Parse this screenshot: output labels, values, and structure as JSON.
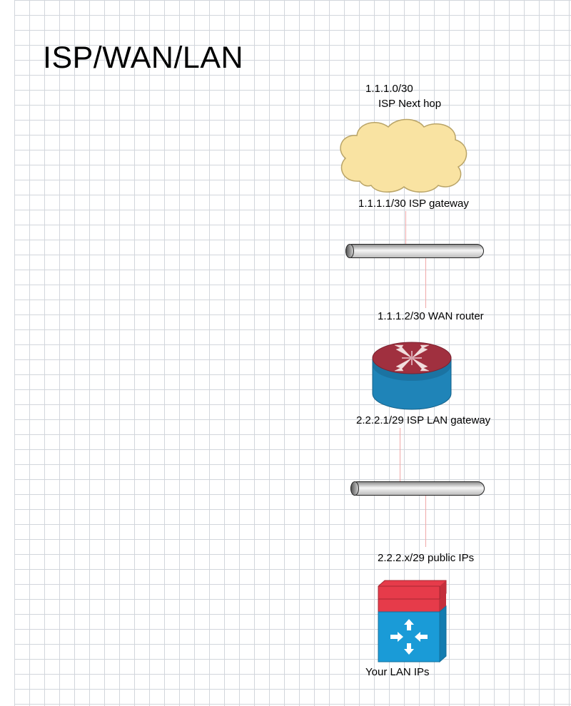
{
  "title": "ISP/WAN/LAN",
  "labels": {
    "isp_subnet": "1.1.1.0/30",
    "isp_next_hop": "ISP Next hop",
    "isp_gateway": "1.1.1.1/30 ISP gateway",
    "wan_router": "1.1.1.2/30 WAN router",
    "lan_gateway": "2.2.2.1/29 ISP LAN gateway",
    "public_ips": "2.2.2.x/29 public IPs",
    "lan_ips": "Your LAN IPs"
  },
  "icons": {
    "cloud": "cloud-icon",
    "pipe": "pipe-icon",
    "router": "router-icon",
    "switch": "layer3-switch-icon"
  },
  "colors": {
    "cloud_fill": "#f9e3a2",
    "router_top": "#a0303f",
    "router_body": "#1f84b8",
    "switch_top": "#e63b4a",
    "switch_body": "#1a9bd7",
    "link": "#f0a8a8"
  }
}
